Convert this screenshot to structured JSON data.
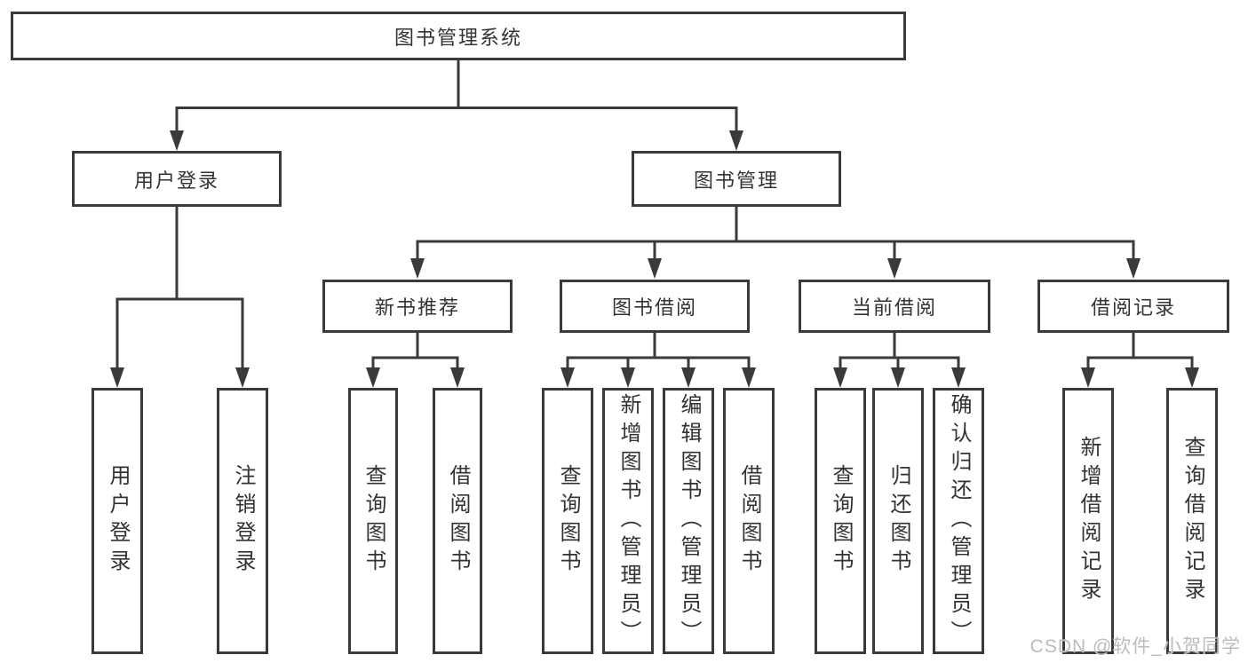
{
  "org_chart": {
    "root": {
      "id": "library-system",
      "label": "图书管理系统"
    },
    "level2": [
      {
        "id": "user-login",
        "label": "用户登录",
        "parent": "library-system"
      },
      {
        "id": "book-management",
        "label": "图书管理",
        "parent": "library-system"
      }
    ],
    "level3": [
      {
        "id": "new-book-recommendation",
        "label": "新书推荐",
        "parent": "book-management"
      },
      {
        "id": "book-borrowing",
        "label": "图书借阅",
        "parent": "book-management"
      },
      {
        "id": "current-borrowing",
        "label": "当前借阅",
        "parent": "book-management"
      },
      {
        "id": "borrowing-records",
        "label": "借阅记录",
        "parent": "book-management"
      }
    ],
    "leaves": [
      {
        "id": "user-login-action",
        "label": "用户登录",
        "parent": "user-login"
      },
      {
        "id": "logout-action",
        "label": "注销登录",
        "parent": "user-login"
      },
      {
        "id": "query-books-recommend",
        "label": "查询图书",
        "parent": "new-book-recommendation"
      },
      {
        "id": "borrow-books-recommend",
        "label": "借阅图书",
        "parent": "new-book-recommendation"
      },
      {
        "id": "query-books-borrow",
        "label": "查询图书",
        "parent": "book-borrowing"
      },
      {
        "id": "add-books-admin",
        "label": "新增图书（管理员）",
        "parent": "book-borrowing"
      },
      {
        "id": "edit-books-admin",
        "label": "编辑图书（管理员）",
        "parent": "book-borrowing"
      },
      {
        "id": "borrow-books",
        "label": "借阅图书",
        "parent": "book-borrowing"
      },
      {
        "id": "query-books-current",
        "label": "查询图书",
        "parent": "current-borrowing"
      },
      {
        "id": "return-books",
        "label": "归还图书",
        "parent": "current-borrowing"
      },
      {
        "id": "confirm-return-admin",
        "label": "确认归还（管理员）",
        "parent": "current-borrowing"
      },
      {
        "id": "add-borrowing-record",
        "label": "新增借阅记录",
        "parent": "borrowing-records"
      },
      {
        "id": "query-borrowing-record",
        "label": "查询借阅记录",
        "parent": "borrowing-records"
      }
    ]
  },
  "watermark": {
    "text": "CSDN @软件_小贺同学"
  },
  "colors": {
    "line": "#3a3a3a",
    "box_border": "#3a3a3a",
    "text": "#333333",
    "watermark": "#bcbcbc",
    "background": "#ffffff"
  }
}
